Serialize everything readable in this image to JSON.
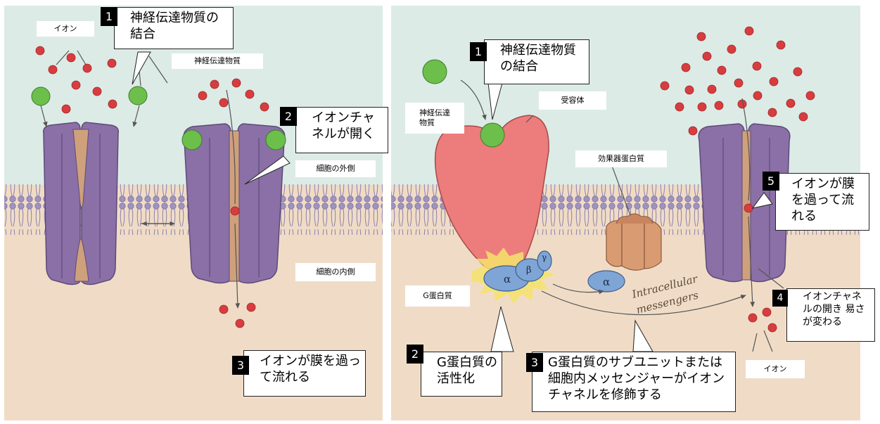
{
  "colors": {
    "cytoplasm": "#edd3b7",
    "extracellular": "#dcebe6",
    "membrane": "#b8adcf",
    "channel": "#8a70a6",
    "pore": "#cfa07c",
    "ion": "#d93c3f",
    "transmitter": "#6dbf4c",
    "receptor": "#ec7d7c",
    "effector": "#d99b72",
    "g_alpha": "#7ea5d6"
  },
  "left_panel": {
    "ion_label": "イオン",
    "step1": {
      "num": "1",
      "text": "神経伝達物質の結合"
    },
    "transmitter_label": "神経伝達物質",
    "step2": {
      "num": "2",
      "text": "イオンチャネルが開く"
    },
    "outside_label": "細胞の外側",
    "inside_label": "細胞の内側",
    "step3": {
      "num": "3",
      "text": "イオンが膜を過って流れる"
    }
  },
  "right_panel": {
    "step1": {
      "num": "1",
      "text": "神経伝達物質の結合"
    },
    "receptor_label": "受容体",
    "transmitter_label": "神経伝達物質",
    "effector_label": "効果器蛋白質",
    "g_protein_label": "G蛋白質",
    "step2": {
      "num": "2",
      "text": "G蛋白質の活性化"
    },
    "step3": {
      "num": "3",
      "text": "G蛋白質のサブユニットまたは細胞内メッセンジャーがイオンチャネルを修飾する"
    },
    "step4": {
      "num": "4",
      "text": "イオンチャネルの開き 易さが変わる"
    },
    "step5": {
      "num": "5",
      "text": "イオンが膜を過って流れる"
    },
    "ion_label": "イオン",
    "alpha": "α",
    "beta": "β",
    "gamma": "γ",
    "alpha2": "α",
    "messengers_line1": "Intracellular",
    "messengers_line2": "messengers"
  }
}
